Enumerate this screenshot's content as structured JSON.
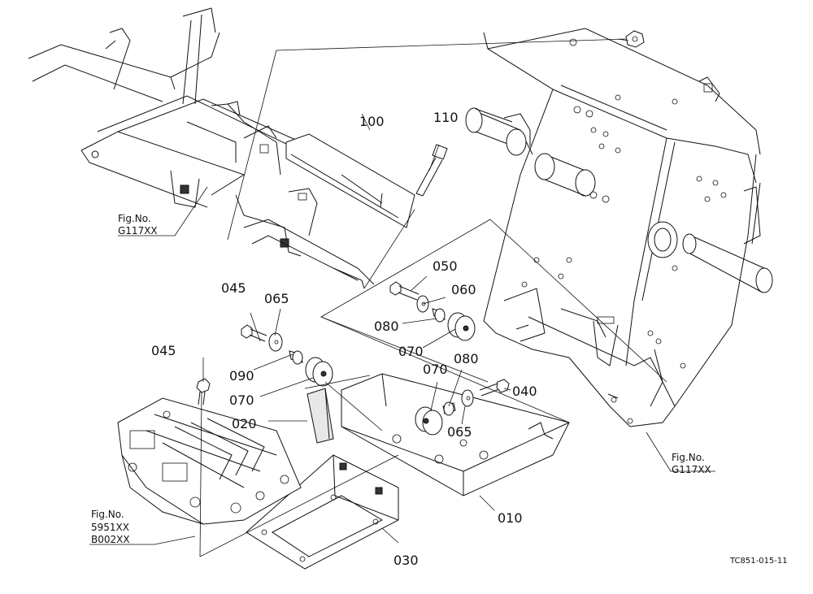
{
  "parts": [
    {
      "id": "p100",
      "label": "100"
    },
    {
      "id": "p110",
      "label": "110"
    },
    {
      "id": "p050",
      "label": "050"
    },
    {
      "id": "p060",
      "label": "060"
    },
    {
      "id": "p045a",
      "label": "045"
    },
    {
      "id": "p065a",
      "label": "065"
    },
    {
      "id": "p080a",
      "label": "080"
    },
    {
      "id": "p070a",
      "label": "070"
    },
    {
      "id": "p045b",
      "label": "045"
    },
    {
      "id": "p090",
      "label": "090"
    },
    {
      "id": "p070b",
      "label": "070"
    },
    {
      "id": "p080b",
      "label": "080"
    },
    {
      "id": "p070c",
      "label": "070"
    },
    {
      "id": "p040",
      "label": "040"
    },
    {
      "id": "p020",
      "label": "020"
    },
    {
      "id": "p065b",
      "label": "065"
    },
    {
      "id": "p010",
      "label": "010"
    },
    {
      "id": "p030",
      "label": "030"
    }
  ],
  "figure_refs": {
    "left_top": {
      "line1": "Fig.No.",
      "line2": "G117XX"
    },
    "right": {
      "line1": "Fig.No.",
      "line2": "G117XX"
    },
    "bottom_left": {
      "line1": "Fig.No.",
      "line2": "5951XX",
      "line3": "B002XX"
    }
  },
  "drawing_code": "TC851-015-11"
}
